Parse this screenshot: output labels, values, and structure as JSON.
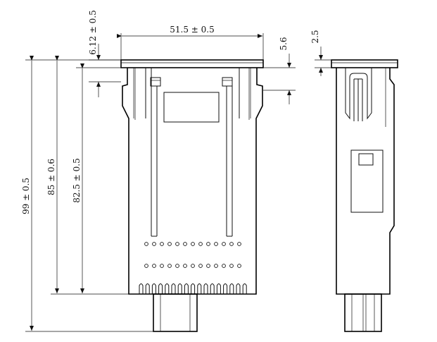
{
  "dimensions": {
    "width": "51.5 ± 0.5",
    "flange_offset": "6.12 ± 0.5",
    "flange_thickness_front": "5.6",
    "flange_thickness_side": "2.5",
    "overall_height": "99 ± 0.5",
    "body_height": "85 ± 0.6",
    "cutout_height": "82.5 ± 0.5"
  }
}
